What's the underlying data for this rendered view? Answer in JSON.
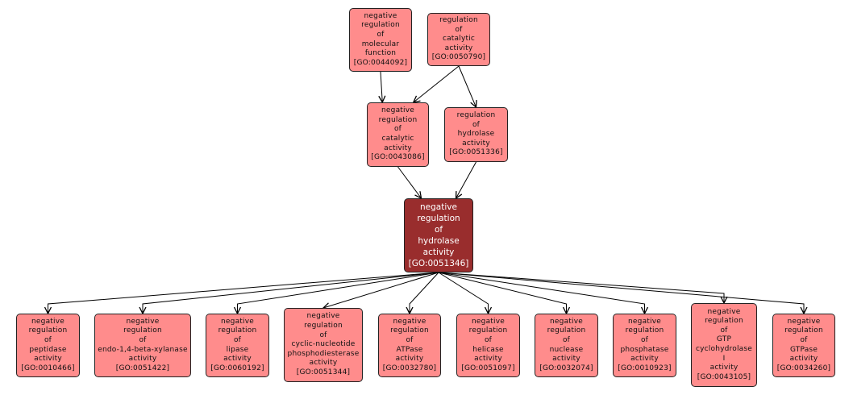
{
  "diagram": {
    "type": "GO term hierarchy",
    "colors": {
      "node_fill": "#ff8c8c",
      "focus_fill": "#992d2d",
      "edge": "#000000"
    },
    "nodes": {
      "n_mol": {
        "lines": [
          "negative",
          "regulation",
          "of",
          "molecular",
          "function",
          "[GO:0044092]"
        ],
        "id": "GO:0044092"
      },
      "n_cat": {
        "lines": [
          "regulation",
          "of",
          "catalytic",
          "activity",
          "[GO:0050790]"
        ],
        "id": "GO:0050790"
      },
      "n_negcat": {
        "lines": [
          "negative",
          "regulation",
          "of",
          "catalytic",
          "activity",
          "[GO:0043086]"
        ],
        "id": "GO:0043086"
      },
      "n_hyd": {
        "lines": [
          "regulation",
          "of",
          "hydrolase",
          "activity",
          "[GO:0051336]"
        ],
        "id": "GO:0051336"
      },
      "n_focus": {
        "lines": [
          "negative",
          "regulation",
          "of",
          "hydrolase",
          "activity",
          "[GO:0051346]"
        ],
        "id": "GO:0051346"
      },
      "n_pep": {
        "lines": [
          "negative",
          "regulation",
          "of",
          "peptidase",
          "activity",
          "[GO:0010466]"
        ],
        "id": "GO:0010466"
      },
      "n_xyl": {
        "lines": [
          "negative",
          "regulation",
          "of",
          "endo-1,4-beta-xylanase",
          "activity",
          "[GO:0051422]"
        ],
        "id": "GO:0051422"
      },
      "n_lip": {
        "lines": [
          "negative",
          "regulation",
          "of",
          "lipase",
          "activity",
          "[GO:0060192]"
        ],
        "id": "GO:0060192"
      },
      "n_cyc": {
        "lines": [
          "negative",
          "regulation",
          "of",
          "cyclic-nucleotide",
          "phosphodiesterase",
          "activity",
          "[GO:0051344]"
        ],
        "id": "GO:0051344"
      },
      "n_atp": {
        "lines": [
          "negative",
          "regulation",
          "of",
          "ATPase",
          "activity",
          "[GO:0032780]"
        ],
        "id": "GO:0032780"
      },
      "n_hel": {
        "lines": [
          "negative",
          "regulation",
          "of",
          "helicase",
          "activity",
          "[GO:0051097]"
        ],
        "id": "GO:0051097"
      },
      "n_nuc": {
        "lines": [
          "negative",
          "regulation",
          "of",
          "nuclease",
          "activity",
          "[GO:0032074]"
        ],
        "id": "GO:0032074"
      },
      "n_pho": {
        "lines": [
          "negative",
          "regulation",
          "of",
          "phosphatase",
          "activity",
          "[GO:0010923]"
        ],
        "id": "GO:0010923"
      },
      "n_gtpc": {
        "lines": [
          "negative",
          "regulation",
          "of",
          "GTP",
          "cyclohydrolase",
          "I",
          "activity",
          "[GO:0043105]"
        ],
        "id": "GO:0043105"
      },
      "n_gtp": {
        "lines": [
          "negative",
          "regulation",
          "of",
          "GTPase",
          "activity",
          "[GO:0034260]"
        ],
        "id": "GO:0034260"
      }
    },
    "edges": [
      [
        "n_mol",
        "n_negcat"
      ],
      [
        "n_cat",
        "n_negcat"
      ],
      [
        "n_cat",
        "n_hyd"
      ],
      [
        "n_negcat",
        "n_focus"
      ],
      [
        "n_hyd",
        "n_focus"
      ],
      [
        "n_focus",
        "n_pep"
      ],
      [
        "n_focus",
        "n_xyl"
      ],
      [
        "n_focus",
        "n_lip"
      ],
      [
        "n_focus",
        "n_cyc"
      ],
      [
        "n_focus",
        "n_atp"
      ],
      [
        "n_focus",
        "n_hel"
      ],
      [
        "n_focus",
        "n_nuc"
      ],
      [
        "n_focus",
        "n_pho"
      ],
      [
        "n_focus",
        "n_gtpc"
      ],
      [
        "n_focus",
        "n_gtp"
      ]
    ]
  }
}
